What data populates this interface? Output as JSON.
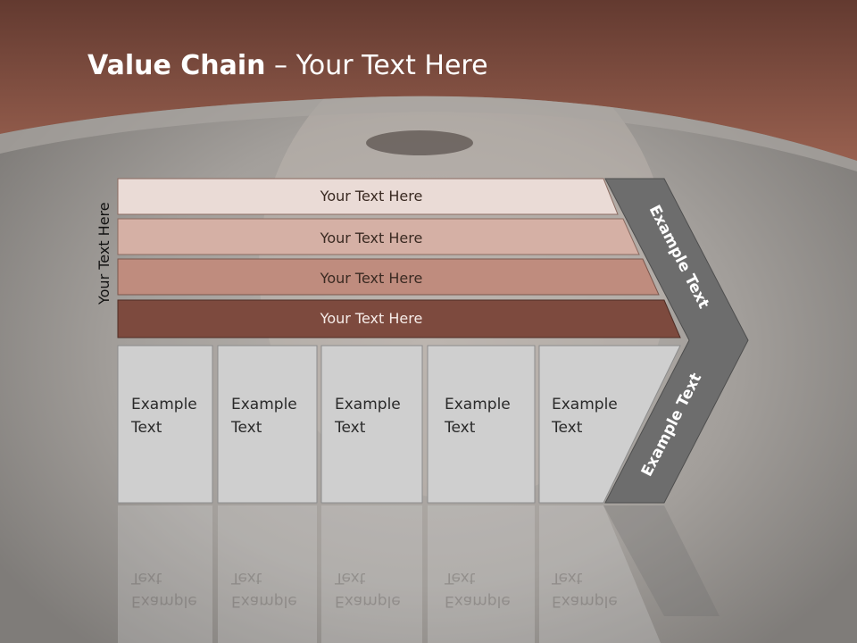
{
  "title": {
    "bold": "Value Chain",
    "separator": " – ",
    "rest": "Your Text Here"
  },
  "vertical_label": "Your Text Here",
  "rows": [
    {
      "label": "Your Text Here",
      "color": "#eadbd6"
    },
    {
      "label": "Your Text Here",
      "color": "#d5b0a5"
    },
    {
      "label": "Your Text Here",
      "color": "#bf8c7e"
    },
    {
      "label": "Your Text Here",
      "color": "#7d4a3e"
    }
  ],
  "columns": [
    {
      "text": "Example\nText"
    },
    {
      "text": "Example\nText"
    },
    {
      "text": "Example\nText"
    },
    {
      "text": "Example\nText"
    },
    {
      "text": "Example\nText"
    }
  ],
  "arrow": {
    "upper_text": "Example Text",
    "lower_text": "Example Text",
    "color": "#6d6d6d"
  },
  "colors": {
    "header": "#7a4b3d",
    "cell": "#cfcfcf"
  }
}
